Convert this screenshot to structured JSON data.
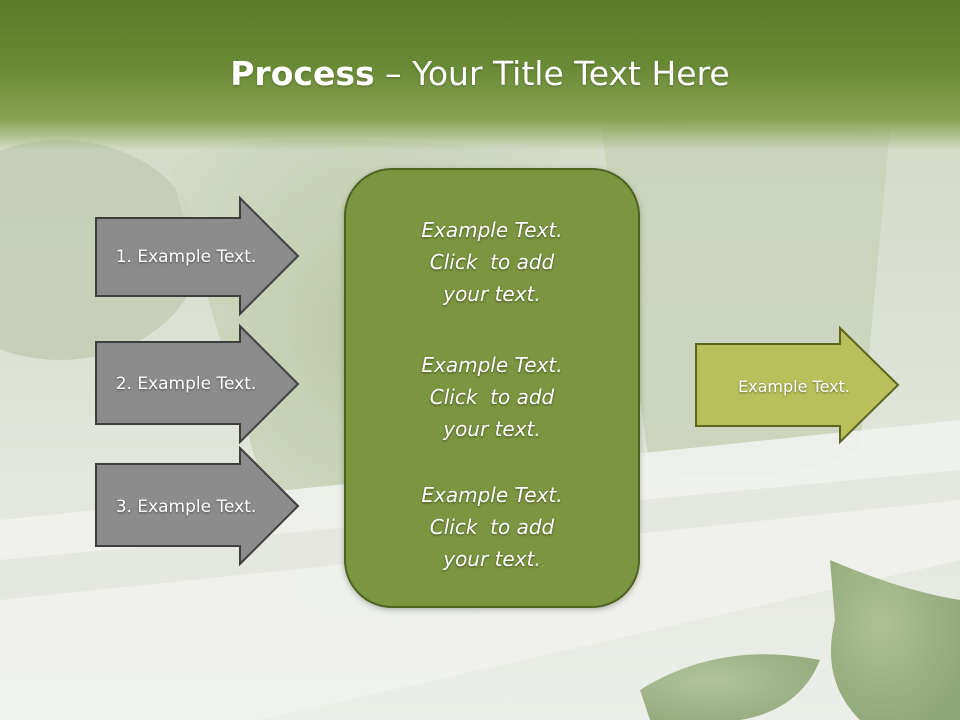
{
  "slide": {
    "title_bold": "Process",
    "title_rest": " – Your Title Text Here"
  },
  "left_steps": [
    {
      "label": "1. Example Text."
    },
    {
      "label": "2. Example Text."
    },
    {
      "label": "3. Example Text."
    }
  ],
  "center": {
    "items": [
      {
        "lines": [
          "Example Text.",
          "Click  to add",
          "your text."
        ]
      },
      {
        "lines": [
          "Example Text.",
          "Click  to add",
          "your text."
        ]
      },
      {
        "lines": [
          "Example Text.",
          "Click  to add",
          "your text."
        ]
      }
    ]
  },
  "right_step": {
    "label": "Example Text."
  },
  "colors": {
    "header_green": "#6a8a36",
    "step_gray": "#8c8c8c",
    "center_green": "#7b9540",
    "result_yellow_green": "#b7c05a"
  }
}
